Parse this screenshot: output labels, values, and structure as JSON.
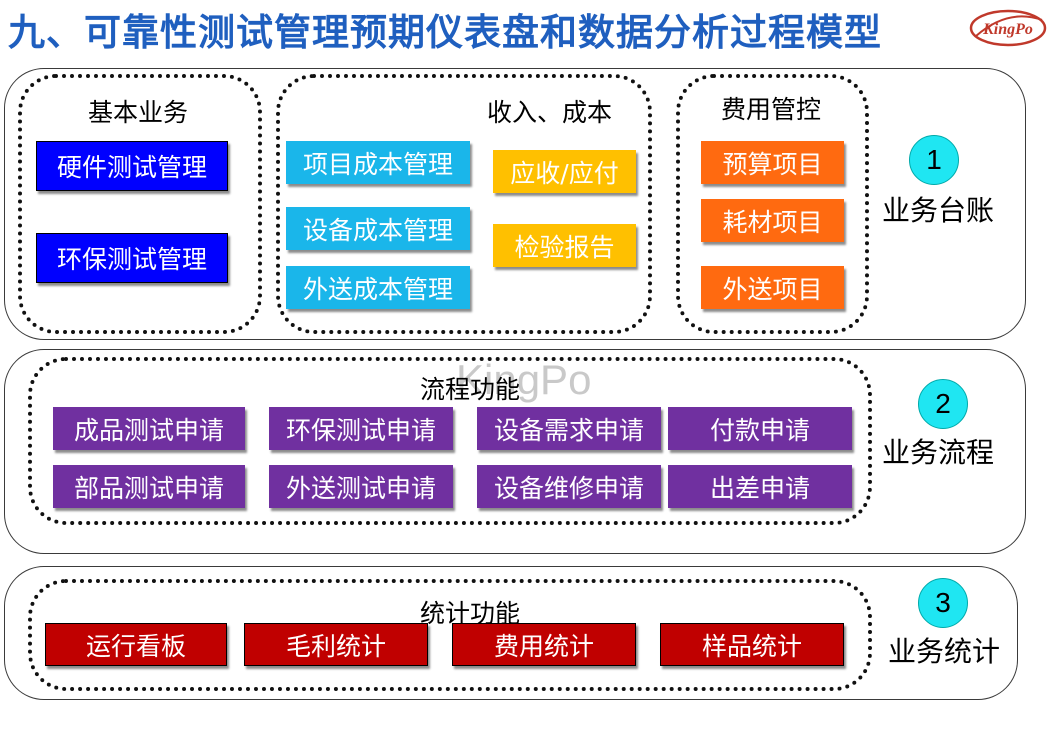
{
  "title": "九、可靠性测试管理预期仪表盘和数据分析过程模型",
  "logo": {
    "text": "KingPo",
    "color": "#c0392b"
  },
  "watermark": "KingPo",
  "colors": {
    "blue": "#0000ff",
    "cyan": "#1ab6ea",
    "yellow": "#ffc000",
    "orange": "#ff6a10",
    "purple": "#7030a0",
    "red": "#c00000",
    "circle": "#1fe6f2"
  },
  "section1": {
    "basic": {
      "title": "基本业务",
      "items": [
        "硬件测试管理",
        "环保测试管理"
      ]
    },
    "income": {
      "title": "收入、成本",
      "cost_items": [
        "项目成本管理",
        "设备成本管理",
        "外送成本管理"
      ],
      "yellow_items": [
        "应收/应付",
        "检验报告"
      ]
    },
    "fee": {
      "title": "费用管控",
      "items": [
        "预算项目",
        "耗材项目",
        "外送项目"
      ]
    },
    "badge": "1",
    "side_label": "业务台账"
  },
  "section2": {
    "title": "流程功能",
    "row1": [
      "成品测试申请",
      "环保测试申请",
      "设备需求申请",
      "付款申请"
    ],
    "row2": [
      "部品测试申请",
      "外送测试申请",
      "设备维修申请",
      "出差申请"
    ],
    "badge": "2",
    "side_label": "业务流程"
  },
  "section3": {
    "title": "统计功能",
    "items": [
      "运行看板",
      "毛利统计",
      "费用统计",
      "样品统计"
    ],
    "badge": "3",
    "side_label": "业务统计"
  }
}
